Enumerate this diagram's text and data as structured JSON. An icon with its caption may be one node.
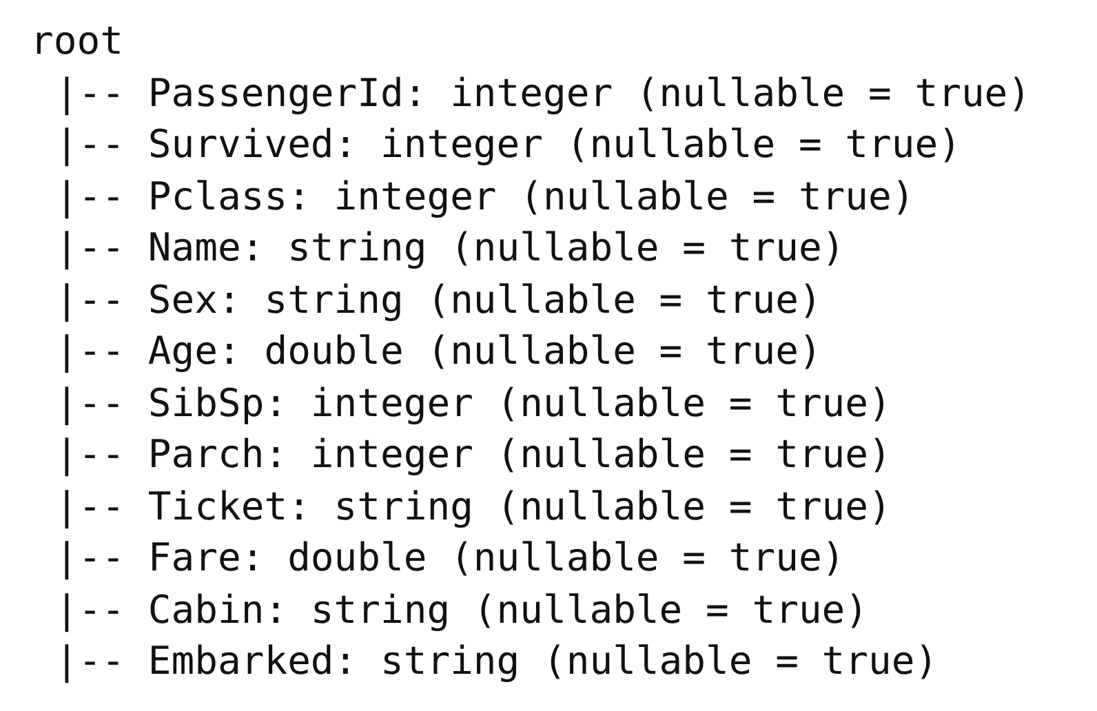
{
  "diagram": {
    "labels": [
      "root",
      "|-- PassengerId: integer (nullable = true)",
      "|-- Survived: integer (nullable = true)",
      "|-- Pclass: integer (nullable = true)",
      "|-- Name: string (nullable = true)",
      "|-- Sex: string (nullable = true)",
      "|-- Age: double (nullable = true)",
      "|-- SibSp: integer (nullable = true)",
      "|-- Parch: integer (nullable = true)",
      "|-- Ticket: string (nullable = true)",
      "|-- Fare: double (nullable = true)",
      "|-- Cabin: string (nullable = true)",
      "|-- Embarked: string (nullable = true)"
    ]
  }
}
